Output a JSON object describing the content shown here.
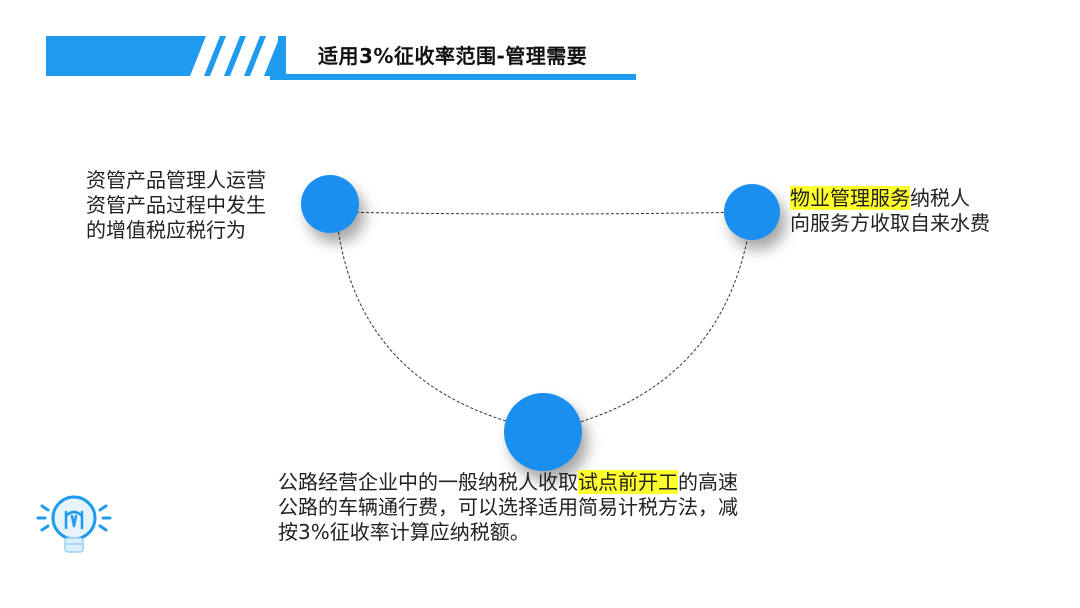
{
  "header": {
    "title": "适用3%征收率范围-管理需要"
  },
  "diagram": {
    "left": {
      "lines": [
        "资管产品管理人运营",
        "资管产品过程中发生",
        "的增值税应税行为"
      ]
    },
    "right": {
      "highlight": "物业管理服务",
      "line1_rest": "纳税人",
      "line2": "向服务方收取自来水费"
    },
    "bottom": {
      "part1": "公路经营企业中的一般纳税人收取",
      "highlight": "试点前开工",
      "part2": "的高速",
      "line2": "公路的车辆通行费，可以选择适用简易计税方法，减",
      "line3": "按3%征收率计算应纳税额。"
    }
  },
  "colors": {
    "accent": "#1e9aee",
    "node": "#1a8ff0",
    "highlight": "#ffff2e"
  },
  "icons": {
    "bulb": "lightbulb-icon"
  }
}
